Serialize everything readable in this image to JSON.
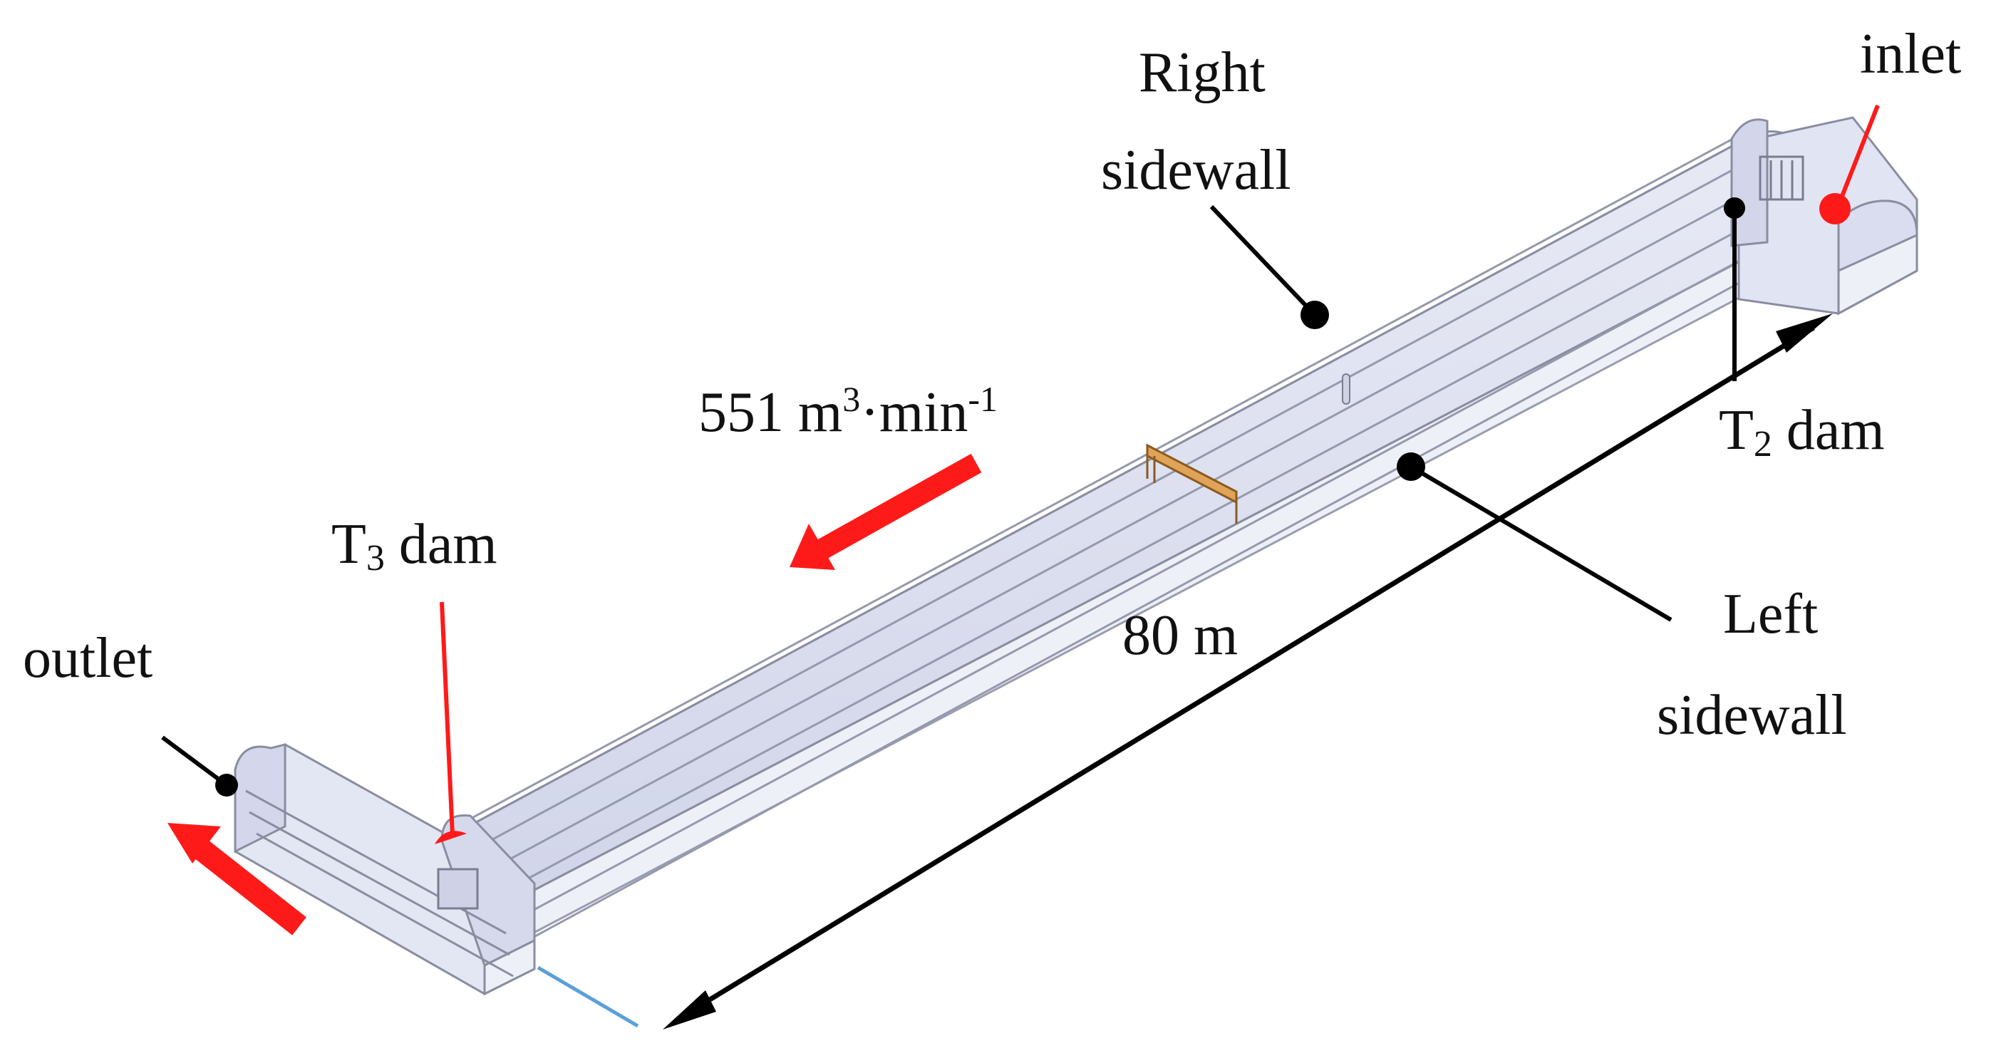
{
  "labels": {
    "inlet": "inlet",
    "outlet": "outlet",
    "right_sidewall_line1": "Right",
    "right_sidewall_line2": "sidewall",
    "left_sidewall_line1": "Left",
    "left_sidewall_line2": "sidewall",
    "t2_dam_prefix": "T",
    "t2_dam_subscript": "2",
    "t2_dam_suffix": " dam",
    "t3_dam_prefix": "T",
    "t3_dam_subscript": "3",
    "t3_dam_suffix": " dam",
    "flow_value": "551 m",
    "flow_superscript_1": "3",
    "flow_unit_mid": "·min",
    "flow_superscript_2": "-1",
    "length": "80 m"
  },
  "colors": {
    "flow_arrow": "#ff1a1a",
    "pointer": "#000000",
    "red_marker": "#ff1a1a",
    "tunnel_fill": "#dcdff0",
    "tunnel_edge": "#8a8da0",
    "dimension_arrow": "#000000",
    "axis_line": "#5aa0d8",
    "bench": "#d99a3a"
  },
  "icons": {
    "flow_arrow": "red-flow-arrow",
    "outlet_arrow": "red-outlet-arrow",
    "dimension": "double-headed-dimension-arrow"
  }
}
